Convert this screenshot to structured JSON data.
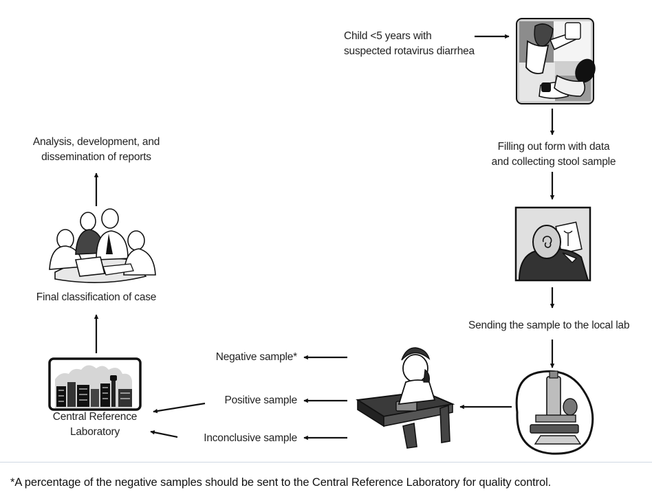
{
  "labels": {
    "child_line1": "Child <5 years with",
    "child_line2": "suspected rotavirus diarrhea",
    "filling_line1": "Filling out form with data",
    "filling_line2": "and collecting stool sample",
    "sending": "Sending the sample to the local lab",
    "negative": "Negative sample*",
    "positive": "Positive sample",
    "inconclusive": "Inconclusive sample",
    "central_line1": "Central Reference",
    "central_line2": "Laboratory",
    "final": "Final classification of case",
    "analysis_line1": "Analysis, development, and",
    "analysis_line2": "dissemination of reports"
  },
  "footnote": "*A percentage of the negative samples should be sent to the Central Reference Laboratory for quality control."
}
